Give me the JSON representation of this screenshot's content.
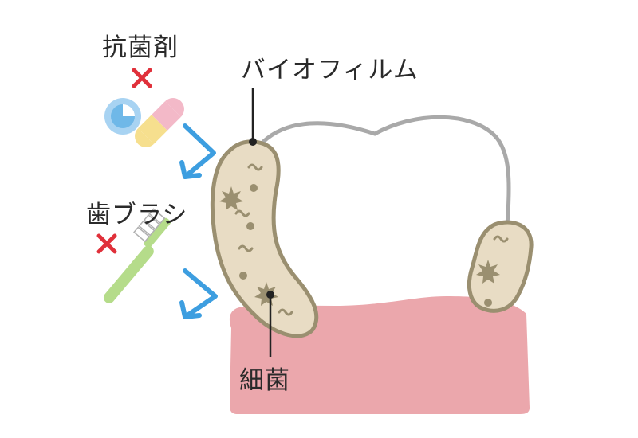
{
  "labels": {
    "antibacterial": "抗菌剤",
    "biofilm": "バイオフィルム",
    "toothbrush": "歯ブラシ",
    "bacteria": "細菌"
  },
  "colors": {
    "gum": "#eba7ac",
    "biofilm_fill": "#e8dcc4",
    "biofilm_outline": "#9a8f70",
    "bacteria": "#9a8f70",
    "tooth_outline": "#a9a9a9",
    "arrow": "#3d9ee0",
    "cross": "#e0303a",
    "brush_handle": "#b5dc8a",
    "capsule_pink": "#f3b9c8",
    "capsule_yellow": "#f6df8e",
    "pill_blue": "#6fb8e8"
  },
  "icons": [
    "capsule-icon",
    "pill-icon",
    "toothbrush-icon",
    "cross-icon",
    "arrow-icon"
  ]
}
